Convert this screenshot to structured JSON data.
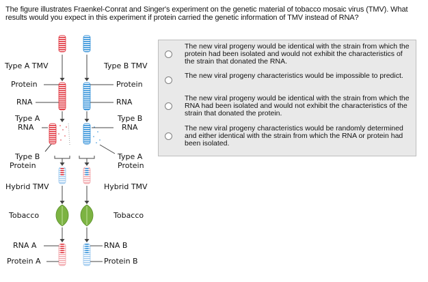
{
  "question": "The figure illustrates Fraenkel-Conrat and Singer's experiment on the genetic material of tobacco mosaic virus (TMV). What results would you expect in this experiment if protein carried the genetic information of TMV instead of RNA?",
  "figure": {
    "left_labels": {
      "type_tmv": "Type A TMV",
      "protein": "Protein",
      "rna": "RNA",
      "type_rna_1": "Type A",
      "type_rna_2": "RNA",
      "type_protein_1": "Type B",
      "type_protein_2": "Protein",
      "hybrid": "Hybrid TMV",
      "tobacco": "Tobacco",
      "progeny_rna": "RNA A",
      "progeny_protein": "Protein A"
    },
    "right_labels": {
      "type_tmv": "Type B TMV",
      "protein": "Protein",
      "rna": "RNA",
      "type_rna_1": "Type B",
      "type_rna_2": "RNA",
      "type_protein_1": "Type A",
      "type_protein_2": "Protein",
      "hybrid": "Hybrid TMV",
      "tobacco": "Tobacco",
      "progeny_rna": "RNA B",
      "progeny_protein": "Protein B"
    },
    "colors": {
      "type_a": "#e0303a",
      "type_b": "#2f8fd8",
      "leaf": "#7cb342"
    }
  },
  "options": [
    "The new viral progeny would be identical with the strain from which the protein had been isolated and would not exhibit the characteristics of the strain that donated the RNA.",
    "The new viral progeny characteristics would be impossible to predict.",
    "The new viral progeny would be identical with the strain from which the RNA had been isolated and would not exhibit the characteristics of the strain that donated the protein.",
    "The new viral progeny characteristics would be randomly determined and either identical with the strain from which the RNA or protein had been isolated."
  ]
}
